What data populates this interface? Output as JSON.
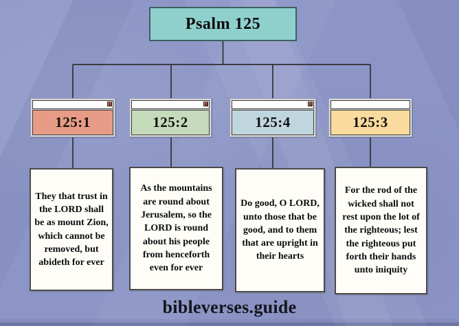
{
  "page": {
    "background_color": "#8c95c6",
    "brand": "bibleverses.guide"
  },
  "root": {
    "label": "Psalm 125",
    "fill": "#8fd0cd",
    "border_color": "#3e5e60"
  },
  "connector_color": "#303030",
  "nodes": [
    {
      "verse": "125:1",
      "fill": "#e89c87",
      "close_button": true,
      "text": "They that trust in the LORD shall be as mount Zion, which cannot be removed, but abideth for ever"
    },
    {
      "verse": "125:2",
      "fill": "#c6dabc",
      "close_button": true,
      "text": "As the mountains are round about Jerusalem, so the LORD is round about his people from henceforth even for ever"
    },
    {
      "verse": "125:4",
      "fill": "#c0d6df",
      "close_button": true,
      "text": "Do good, O LORD, unto those that be good, and to them that are upright in their hearts"
    },
    {
      "verse": "125:3",
      "fill": "#fadb9e",
      "close_button": false,
      "text": "For the rod of the wicked shall not rest upon the lot of the righteous; lest the righteous put forth their hands unto iniquity"
    }
  ]
}
